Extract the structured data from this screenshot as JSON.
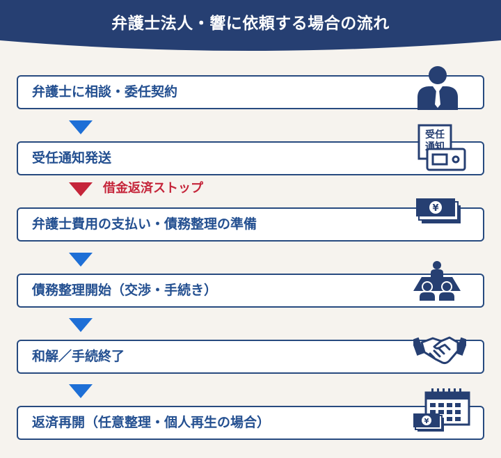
{
  "header": {
    "title": "弁護士法人・響に依頼する場合の流れ"
  },
  "steps": [
    {
      "label": "弁護士に相談・委任契約",
      "icon": "lawyer-icon"
    },
    {
      "label": "受任通知発送",
      "icon": "notice-card-icon"
    },
    {
      "label": "弁護士費用の支払い・債務整理の準備",
      "icon": "yen-bills-icon"
    },
    {
      "label": "債務整理開始（交渉・手続き）",
      "icon": "meeting-icon"
    },
    {
      "label": "和解／手続終了",
      "icon": "handshake-icon"
    },
    {
      "label": "返済再開（任意整理・個人再生の場合）",
      "icon": "calendar-money-icon"
    }
  ],
  "note": {
    "label": "借金返済ストップ"
  },
  "card_text": {
    "line1": "受任",
    "line2": "通知"
  },
  "bill_symbol": "¥",
  "colors": {
    "navy": "#263f72",
    "blue": "#1e6fd6",
    "red": "#c5253a",
    "border": "#274a7f",
    "text": "#234f90"
  }
}
